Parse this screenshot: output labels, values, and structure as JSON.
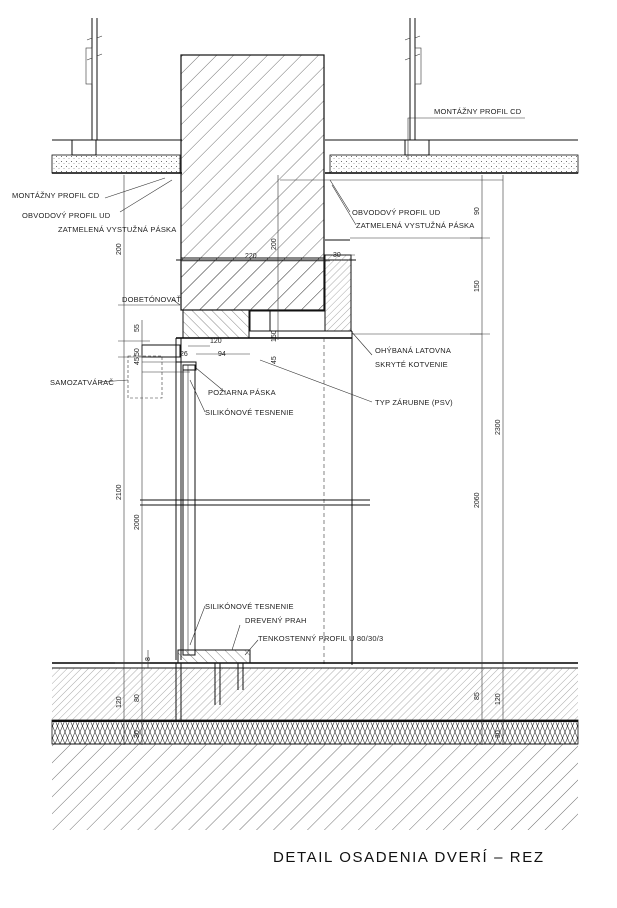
{
  "title": "DETAIL OSADENIA DVERÍ – REZ",
  "labels": {
    "montazny_cd_right": "MONTÁŽNY PROFIL CD",
    "montazny_cd_left": "MONTÁŽNY PROFIL CD",
    "obvodovy_ud_left": "OBVODOVÝ PROFIL UD",
    "obvodovy_ud_right": "OBVODOVÝ PROFIL UD",
    "zatmelena_left": "ZATMELENÁ VYSTUŽNÁ PÁSKA",
    "zatmelena_right": "ZATMELENÁ VYSTUŽNÁ PÁSKA",
    "bobetonovat": "DOBETÓNOVAŤ",
    "ohybana_latka": "OHÝBANÁ LATOVNA",
    "skryte_kotvenie": "SKRYTÉ KOTVENIE",
    "typ_zarubne": "TYP ZÁRUBNE (PSV)",
    "samozatvarac": "SAMOZATVÁRAČ",
    "poziarna_paska": "POŽIARNA PÁSKA",
    "silikonove_tesnenie_top": "SILIKÓNOVÉ TESNENIE",
    "silikonove_tesnenie_bottom": "SILIKÓNOVÉ TESNENIE",
    "dreveny_prah": "DREVENÝ PRAH",
    "tenkostenny_profil": "TENKOSTENNÝ PROFIL U 80/30/3"
  },
  "dimensions": {
    "d90": "90",
    "d150": "150",
    "d2300": "2300",
    "d2060": "2060",
    "d85": "85",
    "d120r": "120",
    "d30r": "30",
    "d200a": "200",
    "d2100": "2100",
    "d2000": "2000",
    "d55": "55",
    "d45l": "45",
    "d50": "50",
    "d120l": "120",
    "d80": "80",
    "d30l": "30",
    "d8": "8",
    "d220": "220",
    "d200b": "200",
    "d30t": "30",
    "d120c": "120",
    "d94": "94",
    "d26": "26",
    "d150s": "150",
    "d45s": "45"
  }
}
